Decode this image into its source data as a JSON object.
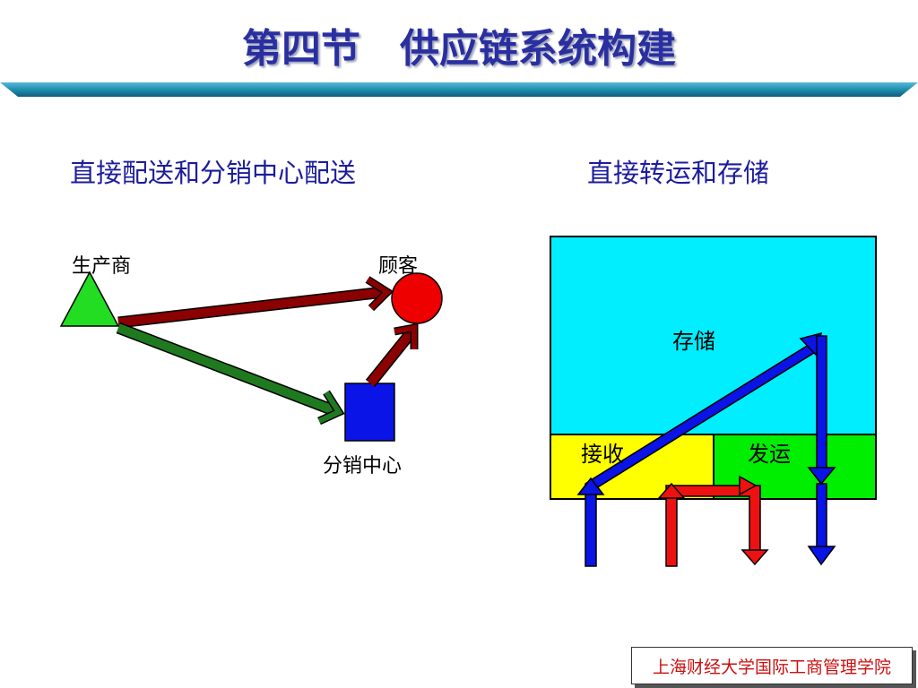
{
  "title": "第四节　供应链系统构建",
  "left_diagram": {
    "heading": "直接配送和分销中心配送",
    "producer_label": "生产商",
    "customer_label": "顾客",
    "dc_label": "分销中心"
  },
  "right_diagram": {
    "heading": "直接转运和存储",
    "storage_label": "存储",
    "receiving_label": "接收",
    "shipping_label": "发运"
  },
  "footer": {
    "institution": "上海财经大学国际工商管理学院"
  },
  "colors": {
    "title": "#2a2fa0",
    "heading": "#1c1c9c",
    "banner": "#1e8fb0",
    "producer": "#22dd22",
    "customer": "#ee0000",
    "dc": "#0a14e6",
    "arrow_dark_red": "#8b0000",
    "arrow_dark_green": "#1f7a1f",
    "storage_fill": "#00eeff",
    "receiving_fill": "#ffff00",
    "shipping_fill": "#00ee00",
    "blue_flow": "#0a14e6",
    "red_flow": "#ee1111"
  }
}
